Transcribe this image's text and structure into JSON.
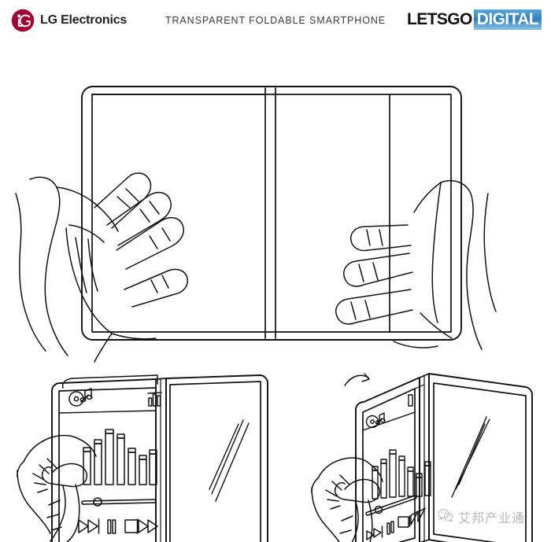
{
  "header": {
    "brand_name": "LG Electronics",
    "brand_logo_icon": "lg-circle-face-logo-icon",
    "title": "TRANSPARENT FOLDABLE SMARTPHONE",
    "source_primary": "LETSGO",
    "source_secondary": "DIGITAL",
    "source_accent_color": "#2f7fc0",
    "brand_color": "#a50034"
  },
  "figures": {
    "top": {
      "name": "unfolded-transparent-tablet-front-view",
      "description": "Large unfolded transparent foldable device held by two hands visible through the screen",
      "panels": [
        "left-panel",
        "right-panel"
      ],
      "hinge": "center-vertical-fold-line",
      "hands": [
        "left-hand-behind-display",
        "right-hand-behind-display"
      ]
    },
    "bottom_left": {
      "name": "partially-folded-device-music-player",
      "description": "Device shown at shallow angle with music player UI on left panel and transparent right panel",
      "player": {
        "album_icon": "disc-music-note-icon",
        "signal_icon": "signal-bars-icon",
        "equalizer_bars": [
          52,
          66,
          80,
          72,
          50,
          40,
          46
        ],
        "equalizer_bar_count": 7,
        "slider_value": 18,
        "controls": [
          "next-track",
          "pause",
          "stop",
          "previous-track"
        ]
      },
      "hand": "left-hand-holding-edge",
      "glare": "diagonal-reflection-lines"
    },
    "bottom_right": {
      "name": "folding-device-perspective-view",
      "description": "Device being folded, perspective view, music player UI on left panel",
      "player": {
        "album_icon": "disc-music-note-icon",
        "signal_icon": "signal-bars-icon",
        "equalizer_bars": [
          44,
          58,
          78,
          64,
          46,
          36,
          54
        ],
        "equalizer_bar_count": 7,
        "slider_value": 22,
        "controls": [
          "next-track",
          "pause",
          "stop",
          "previous-track"
        ]
      },
      "hand": "left-hand-holding-edge",
      "glare": "diagonal-reflection-lines",
      "fold_arrow": "curved-fold-direction-arrow"
    }
  },
  "watermark": {
    "logo_icon": "wechat-logo-icon",
    "text": "艾邦产业通"
  }
}
